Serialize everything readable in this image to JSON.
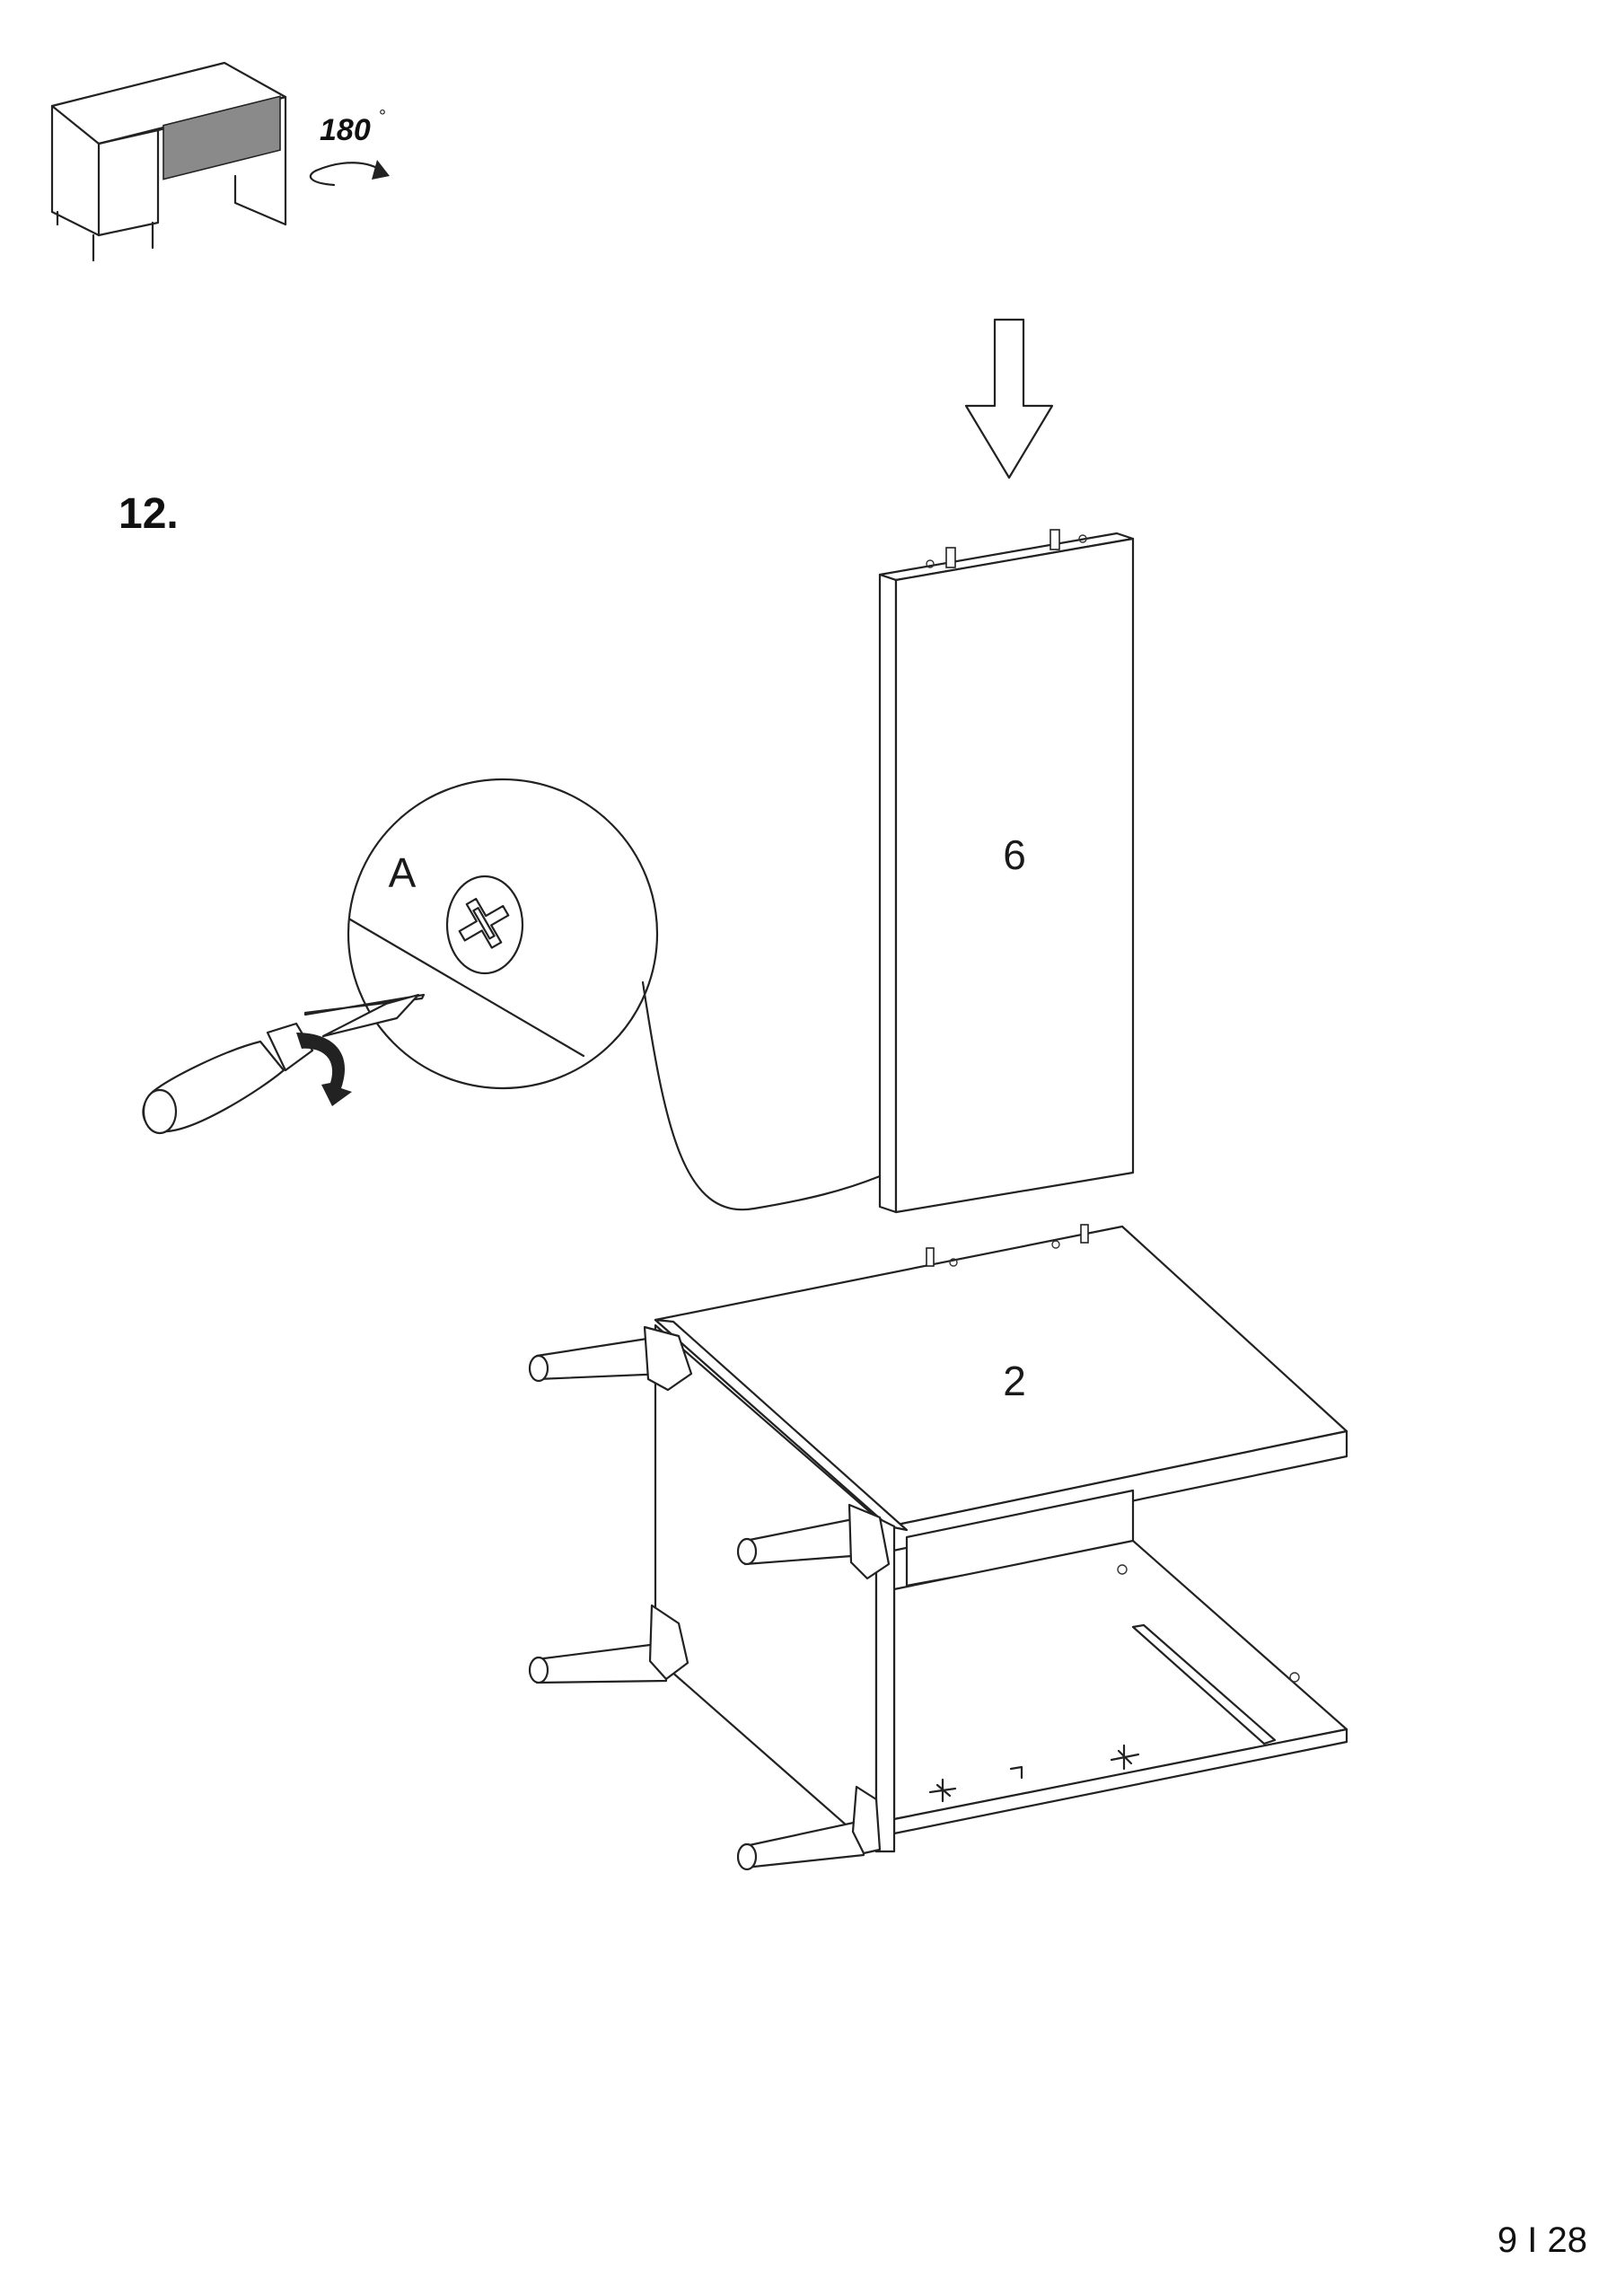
{
  "step": {
    "number": "12."
  },
  "rotation": {
    "angle": "180",
    "degree_symbol": "°"
  },
  "parts": {
    "side_panel": "6",
    "top_panel": "2"
  },
  "detail": {
    "label": "A"
  },
  "page": {
    "number": "9 I 28"
  }
}
